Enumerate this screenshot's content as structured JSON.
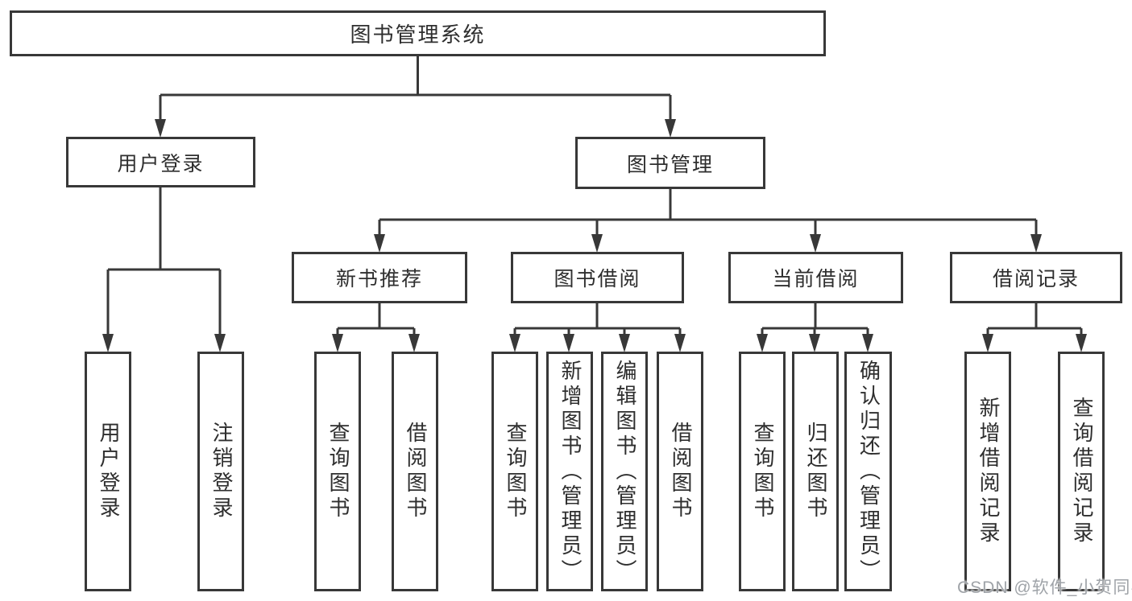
{
  "diagram": {
    "root": "图书管理系统",
    "branches": [
      {
        "label": "用户登录",
        "children": [
          "用户登录",
          "注销登录"
        ]
      },
      {
        "label": "图书管理",
        "sections": [
          {
            "label": "新书推荐",
            "children": [
              "查询图书",
              "借阅图书"
            ]
          },
          {
            "label": "图书借阅",
            "children": [
              "查询图书",
              "新增图书（管理员）",
              "编辑图书（管理员）",
              "借阅图书"
            ]
          },
          {
            "label": "当前借阅",
            "children": [
              "查询图书",
              "归还图书",
              "确认归还（管理员）"
            ]
          },
          {
            "label": "借阅记录",
            "children": [
              "新增借阅记录",
              "查询借阅记录"
            ]
          }
        ]
      }
    ]
  },
  "watermark": {
    "text": "CSDN @软件_小贺同学"
  },
  "colors": {
    "line": "#383838",
    "box_border": "#383838",
    "box_fill": "#ffffff",
    "text": "#2e2e2e",
    "watermark": "#9fa3a8",
    "background": "#ffffff"
  }
}
